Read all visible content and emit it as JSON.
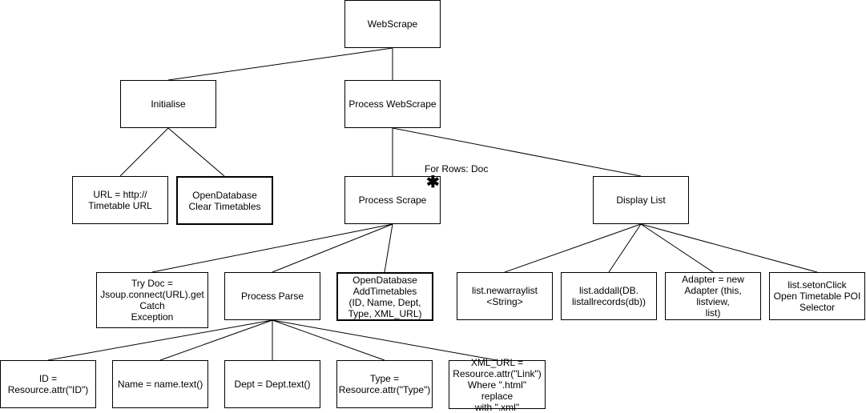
{
  "diagram": {
    "nodes": {
      "webscrape": "WebScrape",
      "initialise": "Initialise",
      "process_webscrape": "Process WebScrape",
      "url": "URL = http://\nTimetable URL",
      "open_db_clear": "OpenDatabase\nClear Timetables",
      "process_scrape": "Process Scrape",
      "display_list": "Display List",
      "try_doc": "Try Doc =\nJsoup.connect(URL).get\nCatch\nException",
      "process_parse": "Process Parse",
      "open_db_add": "OpenDatabase\nAddTimetables\n(ID, Name, Dept,\nType, XML_URL)",
      "list_new": "list.newarraylist\n<String>",
      "list_addall": "list.addall(DB.\nlistallrecords(db))",
      "adapter": "Adapter = new\nAdapter (this, listview,\nlist)",
      "list_setonclick": "list.setonClick\nOpen Timetable POI\nSelector",
      "id": "ID =\nResource.attr(\"ID\")",
      "name": "Name = name.text()",
      "dept": "Dept = Dept.text()",
      "type": "Type =\nResource.attr(\"Type\")",
      "xml_url": "XML_URL =\nResource.attr(\"Link\")\nWhere \".html\" replace\nwith \".xml\""
    },
    "iteration_label": "For Rows: Doc",
    "iteration_marker": "✱"
  }
}
